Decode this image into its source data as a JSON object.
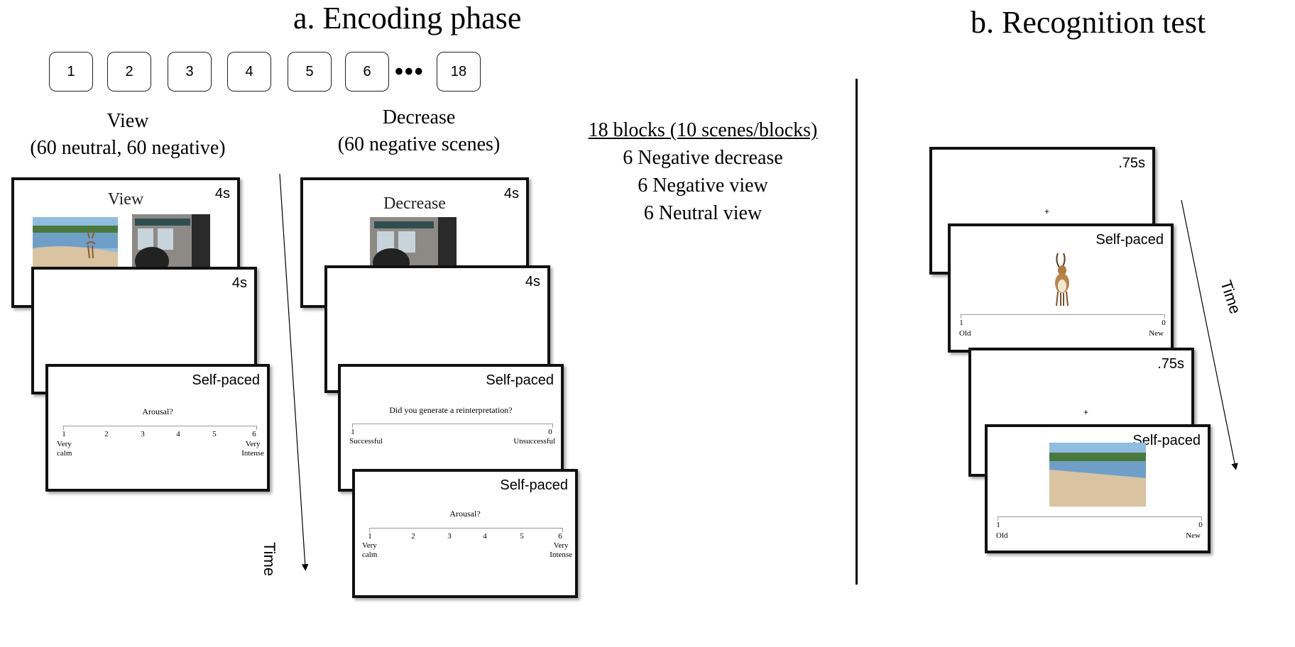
{
  "encoding": {
    "title": "a. Encoding phase",
    "blocks": [
      "1",
      "2",
      "3",
      "4",
      "5",
      "6",
      "18"
    ],
    "ellipsis": "•••",
    "view_label": [
      "View",
      "(60 neutral, 60 negative)"
    ],
    "decrease_label": [
      "Decrease",
      "(60 negative scenes)"
    ],
    "time_label": "Time",
    "view_screens": {
      "stim_title": "View",
      "stim_time": "4s",
      "blank_time": "4s",
      "rating_time": "Self-paced",
      "question": "Arousal?",
      "scale": [
        "1",
        "2",
        "3",
        "4",
        "5",
        "6"
      ],
      "left_anchor": [
        "Very",
        "calm"
      ],
      "right_anchor": [
        "Very",
        "Intense"
      ]
    },
    "decrease_screens": {
      "stim_title": "Decrease",
      "stim_time": "4s",
      "blank_time": "4s",
      "reint_time": "Self-paced",
      "reint_question": "Did you generate a reinterpretation?",
      "reint_left_num": "1",
      "reint_right_num": "0",
      "reint_left": "Successful",
      "reint_right": "Unsuccessful",
      "rating_time": "Self-paced",
      "question": "Arousal?",
      "scale": [
        "1",
        "2",
        "3",
        "4",
        "5",
        "6"
      ],
      "left_anchor": [
        "Very",
        "calm"
      ],
      "right_anchor": [
        "Very",
        "Intense"
      ]
    },
    "summary": {
      "header": "18 blocks (10 scenes/blocks)",
      "lines": [
        "6 Negative decrease",
        "6 Negative view",
        "6 Neutral view"
      ]
    }
  },
  "recognition": {
    "title": "b. Recognition test",
    "time_label": "Time",
    "fixation": "+",
    "screens": [
      {
        "time": ".75s"
      },
      {
        "time": "Self-paced",
        "left_num": "1",
        "right_num": "0",
        "left": "Old",
        "right": "New"
      },
      {
        "time": ".75s"
      },
      {
        "time": "Self-paced",
        "left_num": "1",
        "right_num": "0",
        "left": "Old",
        "right": "New"
      }
    ]
  },
  "colors": {
    "sky": "#7eb3de",
    "water": "#6f9fc8",
    "sand": "#d9c3a0",
    "trees": "#4a7a3a",
    "building": "#6d6a66",
    "border": "#111111"
  }
}
